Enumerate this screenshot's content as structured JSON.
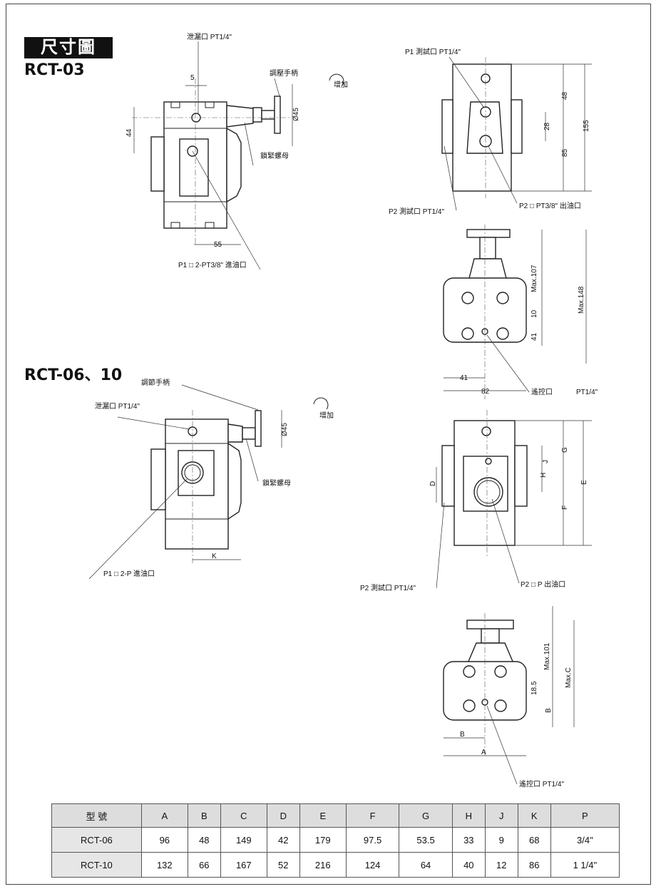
{
  "header": {
    "badge": "尺寸圖",
    "model_1": "RCT-03",
    "model_2": "RCT-06、10"
  },
  "rct03_side": {
    "drain": "泄漏口 PT1/4\"",
    "handle": "調壓手柄",
    "increase": "增加",
    "lock_nut": "鎖緊螺母",
    "inlet": "P1 □ 2-PT3/8\" 進油口",
    "dims": {
      "d5": "5",
      "d44": "44",
      "d45": "Ø45",
      "d55": "55"
    }
  },
  "rct03_front": {
    "p1_test": "P1 測試口 PT1/4\"",
    "p2_test": "P2 測試口 PT1/4\"",
    "outlet": "P2 □ PT3/8\" 出油口",
    "dims": {
      "d48": "48",
      "d28": "28",
      "d85": "85",
      "d155": "155"
    }
  },
  "rct03_top": {
    "remote": "遙控口",
    "remote_size": "PT1/4\"",
    "dims": {
      "max107": "Max.107",
      "max148": "Max.148",
      "d10": "10",
      "d41v": "41",
      "d41h": "41",
      "d82": "82"
    }
  },
  "rct06_side": {
    "handle": "調節手柄",
    "drain": "泄漏口 PT1/4\"",
    "increase": "增加",
    "d45": "Ø45",
    "lock_nut": "鎖緊螺母",
    "k": "K",
    "inlet": "P1 □ 2-P 進油口"
  },
  "rct06_front": {
    "p2_test": "P2 測試口 PT1/4\"",
    "outlet": "P2 □ P 出油口",
    "dims": {
      "g": "G",
      "j": "J",
      "h": "H",
      "e": "E",
      "f": "F",
      "d": "D"
    }
  },
  "rct06_top": {
    "remote": "遙控口 PT1/4\"",
    "dims": {
      "max101": "Max.101",
      "maxc": "Max.C",
      "d185": "18.5",
      "b_v": "B",
      "b_h": "B",
      "a": "A"
    }
  },
  "table": {
    "headers": [
      "型 號",
      "A",
      "B",
      "C",
      "D",
      "E",
      "F",
      "G",
      "H",
      "J",
      "K",
      "P"
    ],
    "rows": [
      [
        "RCT-06",
        "96",
        "48",
        "149",
        "42",
        "179",
        "97.5",
        "53.5",
        "33",
        "9",
        "68",
        "3/4\""
      ],
      [
        "RCT-10",
        "132",
        "66",
        "167",
        "52",
        "216",
        "124",
        "64",
        "40",
        "12",
        "86",
        "1 1/4\""
      ]
    ]
  }
}
